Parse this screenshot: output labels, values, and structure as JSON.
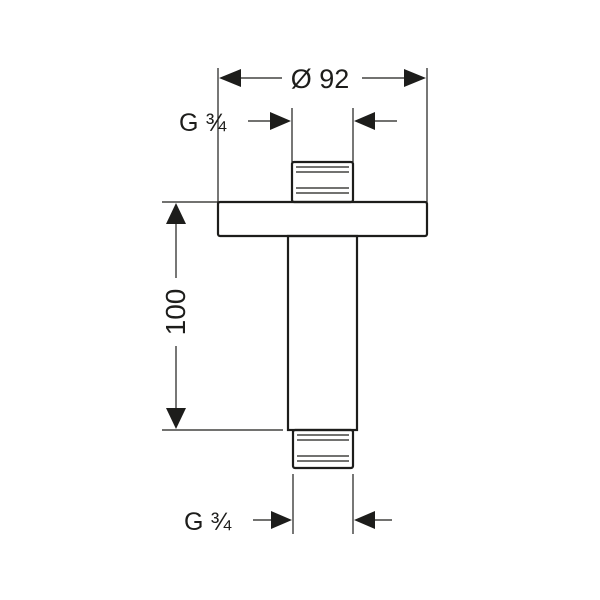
{
  "dimensions": {
    "flange_diameter": "Ø 92",
    "top_thread": "G ¾",
    "bottom_thread": "G ¾",
    "height": "100"
  }
}
